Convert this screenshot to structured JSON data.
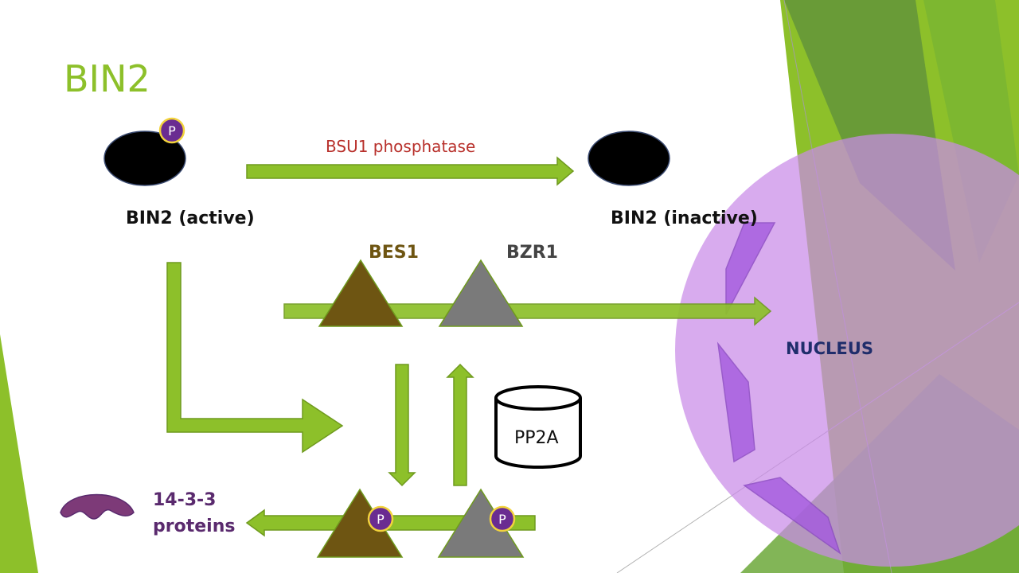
{
  "slide": {
    "title": "BIN2",
    "bin2_active_label": "BIN2 (active)",
    "bin2_inactive_label": "BIN2 (inactive)",
    "bsu1_label": "BSU1 phosphatase",
    "bes1_label": "BES1",
    "bzr1_label": "BZR1",
    "nucleus_label": "NUCLEUS",
    "pp2a_label": "PP2A",
    "protein_label_line1": "14-3-3",
    "protein_label_line2": "proteins",
    "phosphate_symbol": "P"
  },
  "colors": {
    "accent_green": "#8dc02a",
    "arrow_outline": "#6f9a1e",
    "bes1_brown": "#6e5512",
    "bzr1_gray": "#7a7a7a",
    "phosphate_purple": "#6a2c91",
    "phosphate_ring": "#f2d33c",
    "nucleus_purple": "#c98ae8",
    "bsu1_red": "#b8302b",
    "protein_purple": "#7d3a78"
  }
}
